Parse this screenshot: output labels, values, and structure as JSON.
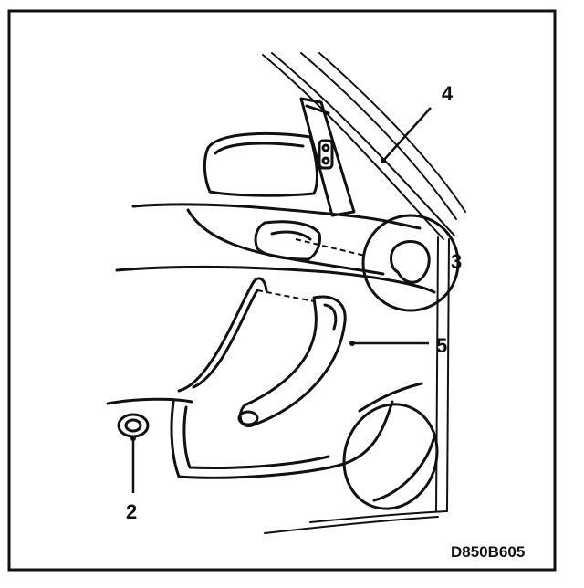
{
  "diagram": {
    "callouts": {
      "c2": "2",
      "c3": "3",
      "c4": "4",
      "c5": "5"
    },
    "reference_code": "D850B605"
  }
}
